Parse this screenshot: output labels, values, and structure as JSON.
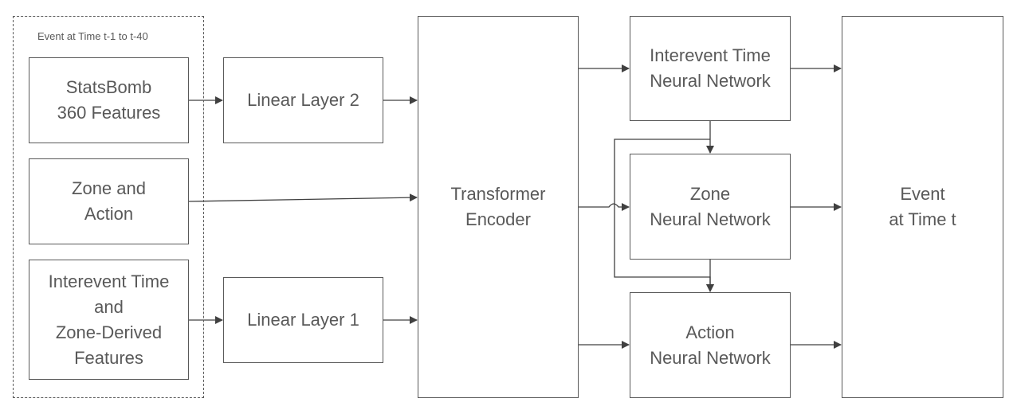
{
  "group": {
    "title": "Event at Time t-1 to t-40"
  },
  "inputs": {
    "statsbomb": "StatsBomb\n360 Features",
    "zone_action": "Zone and\nAction",
    "interevent": "Interevent Time\nand\nZone-Derived\nFeatures"
  },
  "linear": {
    "layer2": "Linear Layer 2",
    "layer1": "Linear Layer 1"
  },
  "encoder": {
    "label": "Transformer\nEncoder"
  },
  "heads": {
    "interevent": "Interevent Time\nNeural Network",
    "zone": "Zone\nNeural Network",
    "action": "Action\nNeural Network"
  },
  "output": {
    "label": "Event\nat Time t"
  },
  "colors": {
    "stroke": "#595959",
    "text": "#595959"
  }
}
